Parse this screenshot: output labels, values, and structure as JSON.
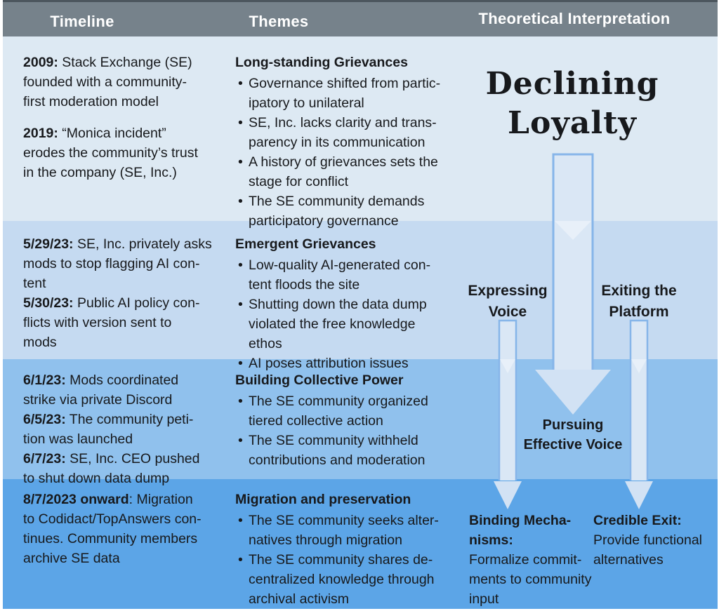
{
  "header": {
    "timeline": "Timeline",
    "themes": "Themes",
    "interpretation": "Theoretical Interpretation"
  },
  "glyphs": {
    "bullet": "•"
  },
  "colors": {
    "header-bg": "#76828b",
    "row1": "#dde9f3",
    "row2": "#c5daf1",
    "row3": "#90c1ed",
    "row4": "#5ca5e7",
    "arrow-stroke": "#86b5e9",
    "arrow-fill": "#dae7f5",
    "arrow-head": "#d2e2f4",
    "ink": "#17191c"
  },
  "rows": [
    {
      "timeline": [
        {
          "date": "2009:",
          "text": " Stack Exchange (SE)\nfounded with a community-\nfirst moderation model"
        },
        {
          "date": "2019:",
          "text": " “Monica incident”\nerodes the community’s trust\nin the company (SE, Inc.)"
        }
      ],
      "theme": {
        "title": "Long-standing Grievances",
        "bullets": [
          "Governance shifted from partic-\nipatory to unilateral",
          "SE, Inc. lacks clarity and trans-\nparency in its communication",
          "A history of grievances sets the\nstage for conflict",
          "The SE community demands\nparticipatory governance"
        ]
      }
    },
    {
      "timeline": [
        {
          "date": "5/29/23:",
          "text": " SE, Inc. privately asks\nmods to stop flagging AI con-\ntent"
        },
        {
          "date": "5/30/23:",
          "text": " Public AI policy con-\nflicts with version sent to\nmods"
        }
      ],
      "theme": {
        "title": "Emergent Grievances",
        "bullets": [
          "Low-quality AI-generated con-\ntent floods the site",
          "Shutting down the data dump\nviolated the free knowledge\nethos",
          "AI poses attribution issues"
        ]
      }
    },
    {
      "timeline": [
        {
          "date": "6/1/23:",
          "text": " Mods coordinated\nstrike via private Discord"
        },
        {
          "date": "6/5/23:",
          "text": " The community peti-\ntion was launched"
        },
        {
          "date": "6/7/23:",
          "text": " SE, Inc. CEO pushed\nto shut down data dump"
        }
      ],
      "theme": {
        "title": "Building Collective Power",
        "bullets": [
          "The SE community organized\ntiered collective action",
          "The SE community withheld\ncontributions and moderation"
        ]
      }
    },
    {
      "timeline": [
        {
          "date": "8/7/2023 onward",
          "text": ": Migration\nto Codidact/TopAnswers con-\ntinues. Community members\narchive SE data"
        }
      ],
      "theme": {
        "title": "Migration and preservation",
        "bullets": [
          "The SE community seeks alter-\nnatives through migration",
          "The SE community shares de-\ncentralized knowledge through\narchival activism"
        ]
      }
    }
  ],
  "interpretation": {
    "declining_loyalty": "Declining\nLoyalty",
    "expressing_voice": "Expressing\nVoice",
    "exiting_platform": "Exiting the\nPlatform",
    "pursuing_effective_voice": "Pursuing\nEffective Voice",
    "binding_title": "Binding Mecha-\nnisms:",
    "binding_text": "\nFormalize commit-\nments to community\ninput",
    "credible_title": "Credible Exit:",
    "credible_text": "\nProvide functional\nalternatives"
  }
}
